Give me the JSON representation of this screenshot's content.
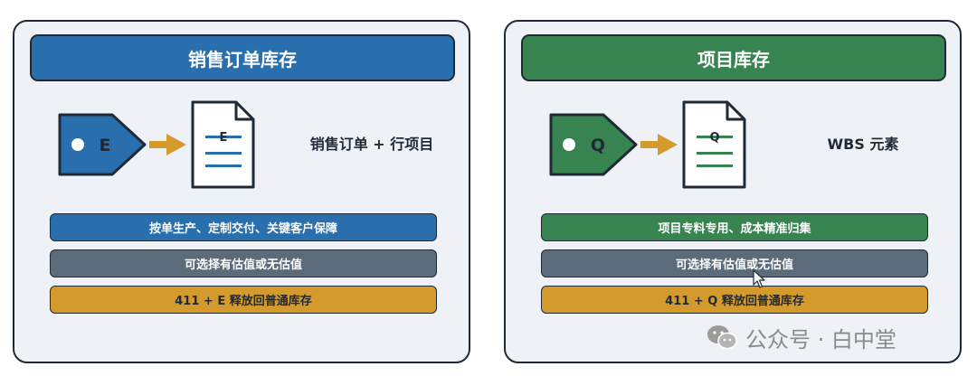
{
  "panels": [
    {
      "title": "销售订单库存",
      "tag_letter": "E",
      "doc_letter": "E",
      "desc": "销售订单 + 行项目",
      "bars": [
        "按单生产、定制交付、关键客户保障",
        "可选择有估值或无估值",
        "411 + E 释放回普通库存"
      ],
      "accent": "#2a6fad"
    },
    {
      "title": "项目库存",
      "tag_letter": "Q",
      "doc_letter": "Q",
      "desc": "WBS 元素",
      "bars": [
        "项目专料专用、成本精准归集",
        "可选择有估值或无估值",
        "411 + Q 释放回普通库存"
      ],
      "accent": "#378451"
    }
  ],
  "colors": {
    "arrow": "#d49a2c",
    "gray_bar": "#5b6b7a",
    "outline": "#1f2a36"
  },
  "watermark": {
    "text": "公众号 · 白中堂",
    "icon": "wechat-icon"
  }
}
